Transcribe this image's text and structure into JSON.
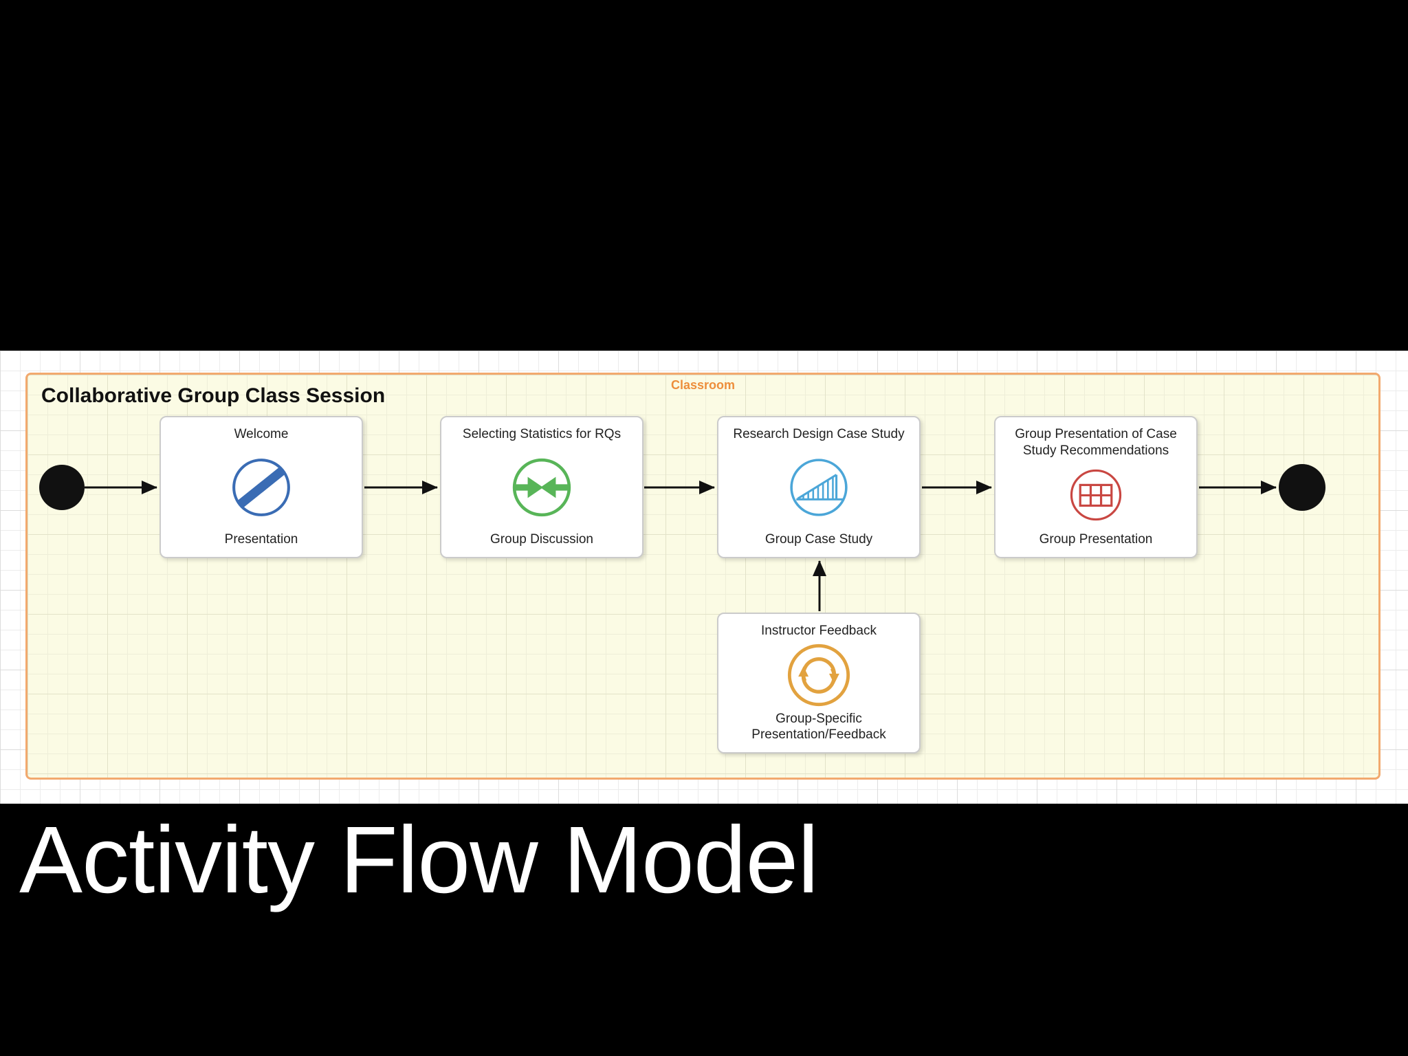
{
  "slide": {
    "title": "Activity Flow Model",
    "background_color": "#000000",
    "title_color": "#ffffff"
  },
  "diagram": {
    "header": "Collaborative Group Class Session",
    "frame_label": "Classroom",
    "frame_label_color": "#ed8e3b",
    "frame_border_color": "#f2a96e",
    "frame_fill_color": "#fbfbe4",
    "activities": [
      {
        "id": "welcome",
        "title": "Welcome",
        "label": "Presentation",
        "icon": "presentation-slash-circle-icon",
        "accent_color": "#3a6cb4"
      },
      {
        "id": "selecting-statistics",
        "title": "Selecting Statistics for RQs",
        "label": "Group Discussion",
        "icon": "converging-arrows-circle-icon",
        "accent_color": "#58b558"
      },
      {
        "id": "research-design",
        "title": "Research Design Case Study",
        "label": "Group Case Study",
        "icon": "growth-chart-circle-icon",
        "accent_color": "#4ba6d8"
      },
      {
        "id": "group-presentation",
        "title": "Group Presentation of Case Study Recommendations",
        "label": "Group Presentation",
        "icon": "table-grid-circle-icon",
        "accent_color": "#c94742"
      },
      {
        "id": "instructor-feedback",
        "title": "Instructor Feedback",
        "label": "Group-Specific Presentation/Feedback",
        "icon": "cycle-arrows-circle-icon",
        "accent_color": "#e2a23f"
      }
    ],
    "terminals": [
      {
        "id": "start",
        "icon": "initial-node-filled-circle"
      },
      {
        "id": "end",
        "icon": "final-node-filled-circle"
      }
    ],
    "edges": [
      {
        "from": "start",
        "to": "welcome"
      },
      {
        "from": "welcome",
        "to": "selecting-statistics"
      },
      {
        "from": "selecting-statistics",
        "to": "research-design"
      },
      {
        "from": "research-design",
        "to": "group-presentation"
      },
      {
        "from": "group-presentation",
        "to": "end"
      },
      {
        "from": "instructor-feedback",
        "to": "research-design"
      }
    ]
  }
}
